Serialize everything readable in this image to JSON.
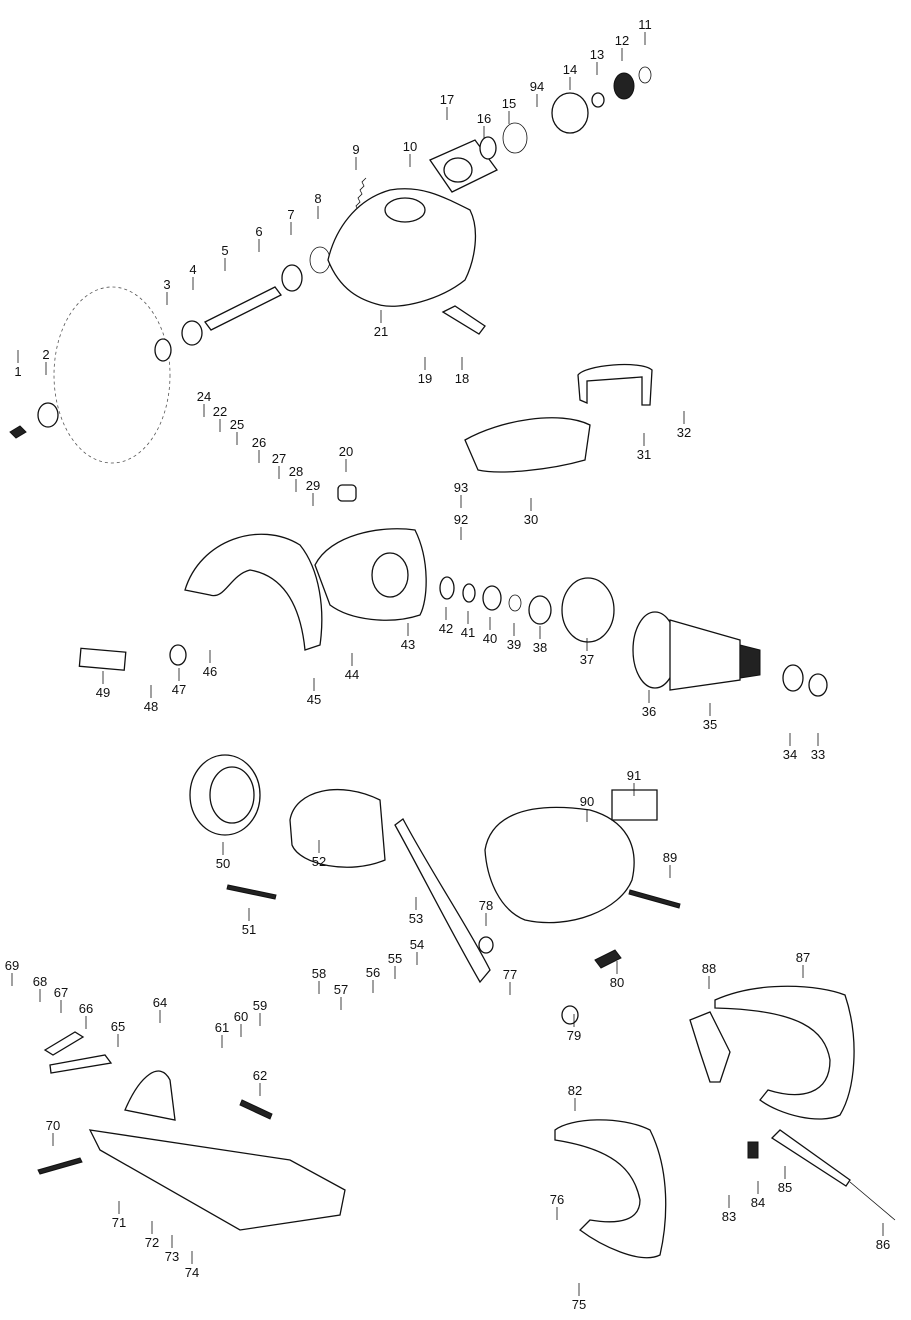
{
  "diagram": {
    "type": "exploded-parts-view",
    "part_numbers": [
      "1",
      "2",
      "3",
      "4",
      "5",
      "6",
      "7",
      "8",
      "9",
      "10",
      "11",
      "12",
      "13",
      "14",
      "15",
      "16",
      "17",
      "18",
      "19",
      "20",
      "21",
      "22",
      "24",
      "25",
      "26",
      "27",
      "28",
      "29",
      "30",
      "31",
      "32",
      "33",
      "34",
      "35",
      "36",
      "37",
      "38",
      "39",
      "40",
      "41",
      "42",
      "43",
      "44",
      "45",
      "46",
      "47",
      "48",
      "49",
      "50",
      "51",
      "52",
      "53",
      "54",
      "55",
      "56",
      "57",
      "58",
      "59",
      "60",
      "61",
      "62",
      "64",
      "65",
      "66",
      "67",
      "68",
      "69",
      "70",
      "71",
      "72",
      "73",
      "74",
      "75",
      "76",
      "77",
      "78",
      "79",
      "80",
      "82",
      "83",
      "84",
      "85",
      "86",
      "87",
      "88",
      "89",
      "90",
      "91",
      "92",
      "93",
      "94"
    ]
  }
}
